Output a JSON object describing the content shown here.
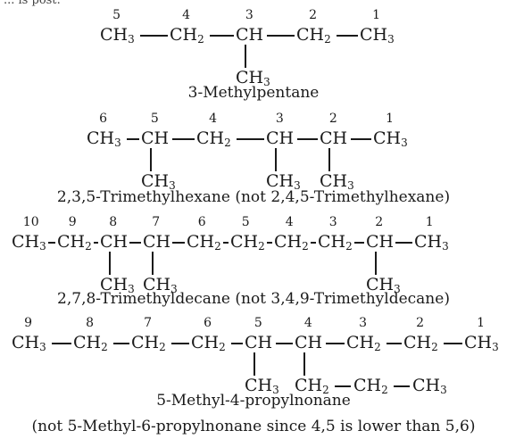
{
  "header_fragment": "... is post:",
  "molecules": [
    {
      "numbers": [
        "5",
        "4",
        "3",
        "2",
        "1"
      ],
      "main_chain": [
        "CH3",
        "CH2",
        "CH",
        "CH2",
        "CH3"
      ],
      "branches": [
        "CH3"
      ],
      "caption": "3-Methylpentane"
    },
    {
      "numbers": [
        "6",
        "5",
        "4",
        "3",
        "2",
        "1"
      ],
      "main_chain": [
        "CH3",
        "CH",
        "CH2",
        "CH",
        "CH",
        "CH3"
      ],
      "branches": [
        "CH3",
        "CH3",
        "CH3"
      ],
      "caption": "2,3,5-Trimethylhexane (not 2,4,5-Trimethylhexane)"
    },
    {
      "numbers": [
        "10",
        "9",
        "8",
        "7",
        "6",
        "5",
        "4",
        "3",
        "2",
        "1"
      ],
      "main_chain": [
        "CH3",
        "CH2",
        "CH",
        "CH",
        "CH2",
        "CH2",
        "CH2",
        "CH2",
        "CH",
        "CH3"
      ],
      "branches": [
        "CH3",
        "CH3",
        "CH3"
      ],
      "caption": "2,7,8-Trimethyldecane (not 3,4,9-Trimethyldecane)"
    },
    {
      "numbers": [
        "9",
        "8",
        "7",
        "6",
        "5",
        "4",
        "3",
        "2",
        "1"
      ],
      "main_chain": [
        "CH3",
        "CH2",
        "CH2",
        "CH2",
        "CH",
        "CH",
        "CH2",
        "CH2",
        "CH3"
      ],
      "branches": [
        "CH3"
      ],
      "side_chain": [
        "CH2",
        "CH2",
        "CH3"
      ],
      "caption": "5-Methyl-4-propylnonane",
      "caption_note": "(not 5-Methyl-6-propylnonane since 4,5 is lower than 5,6)"
    }
  ]
}
